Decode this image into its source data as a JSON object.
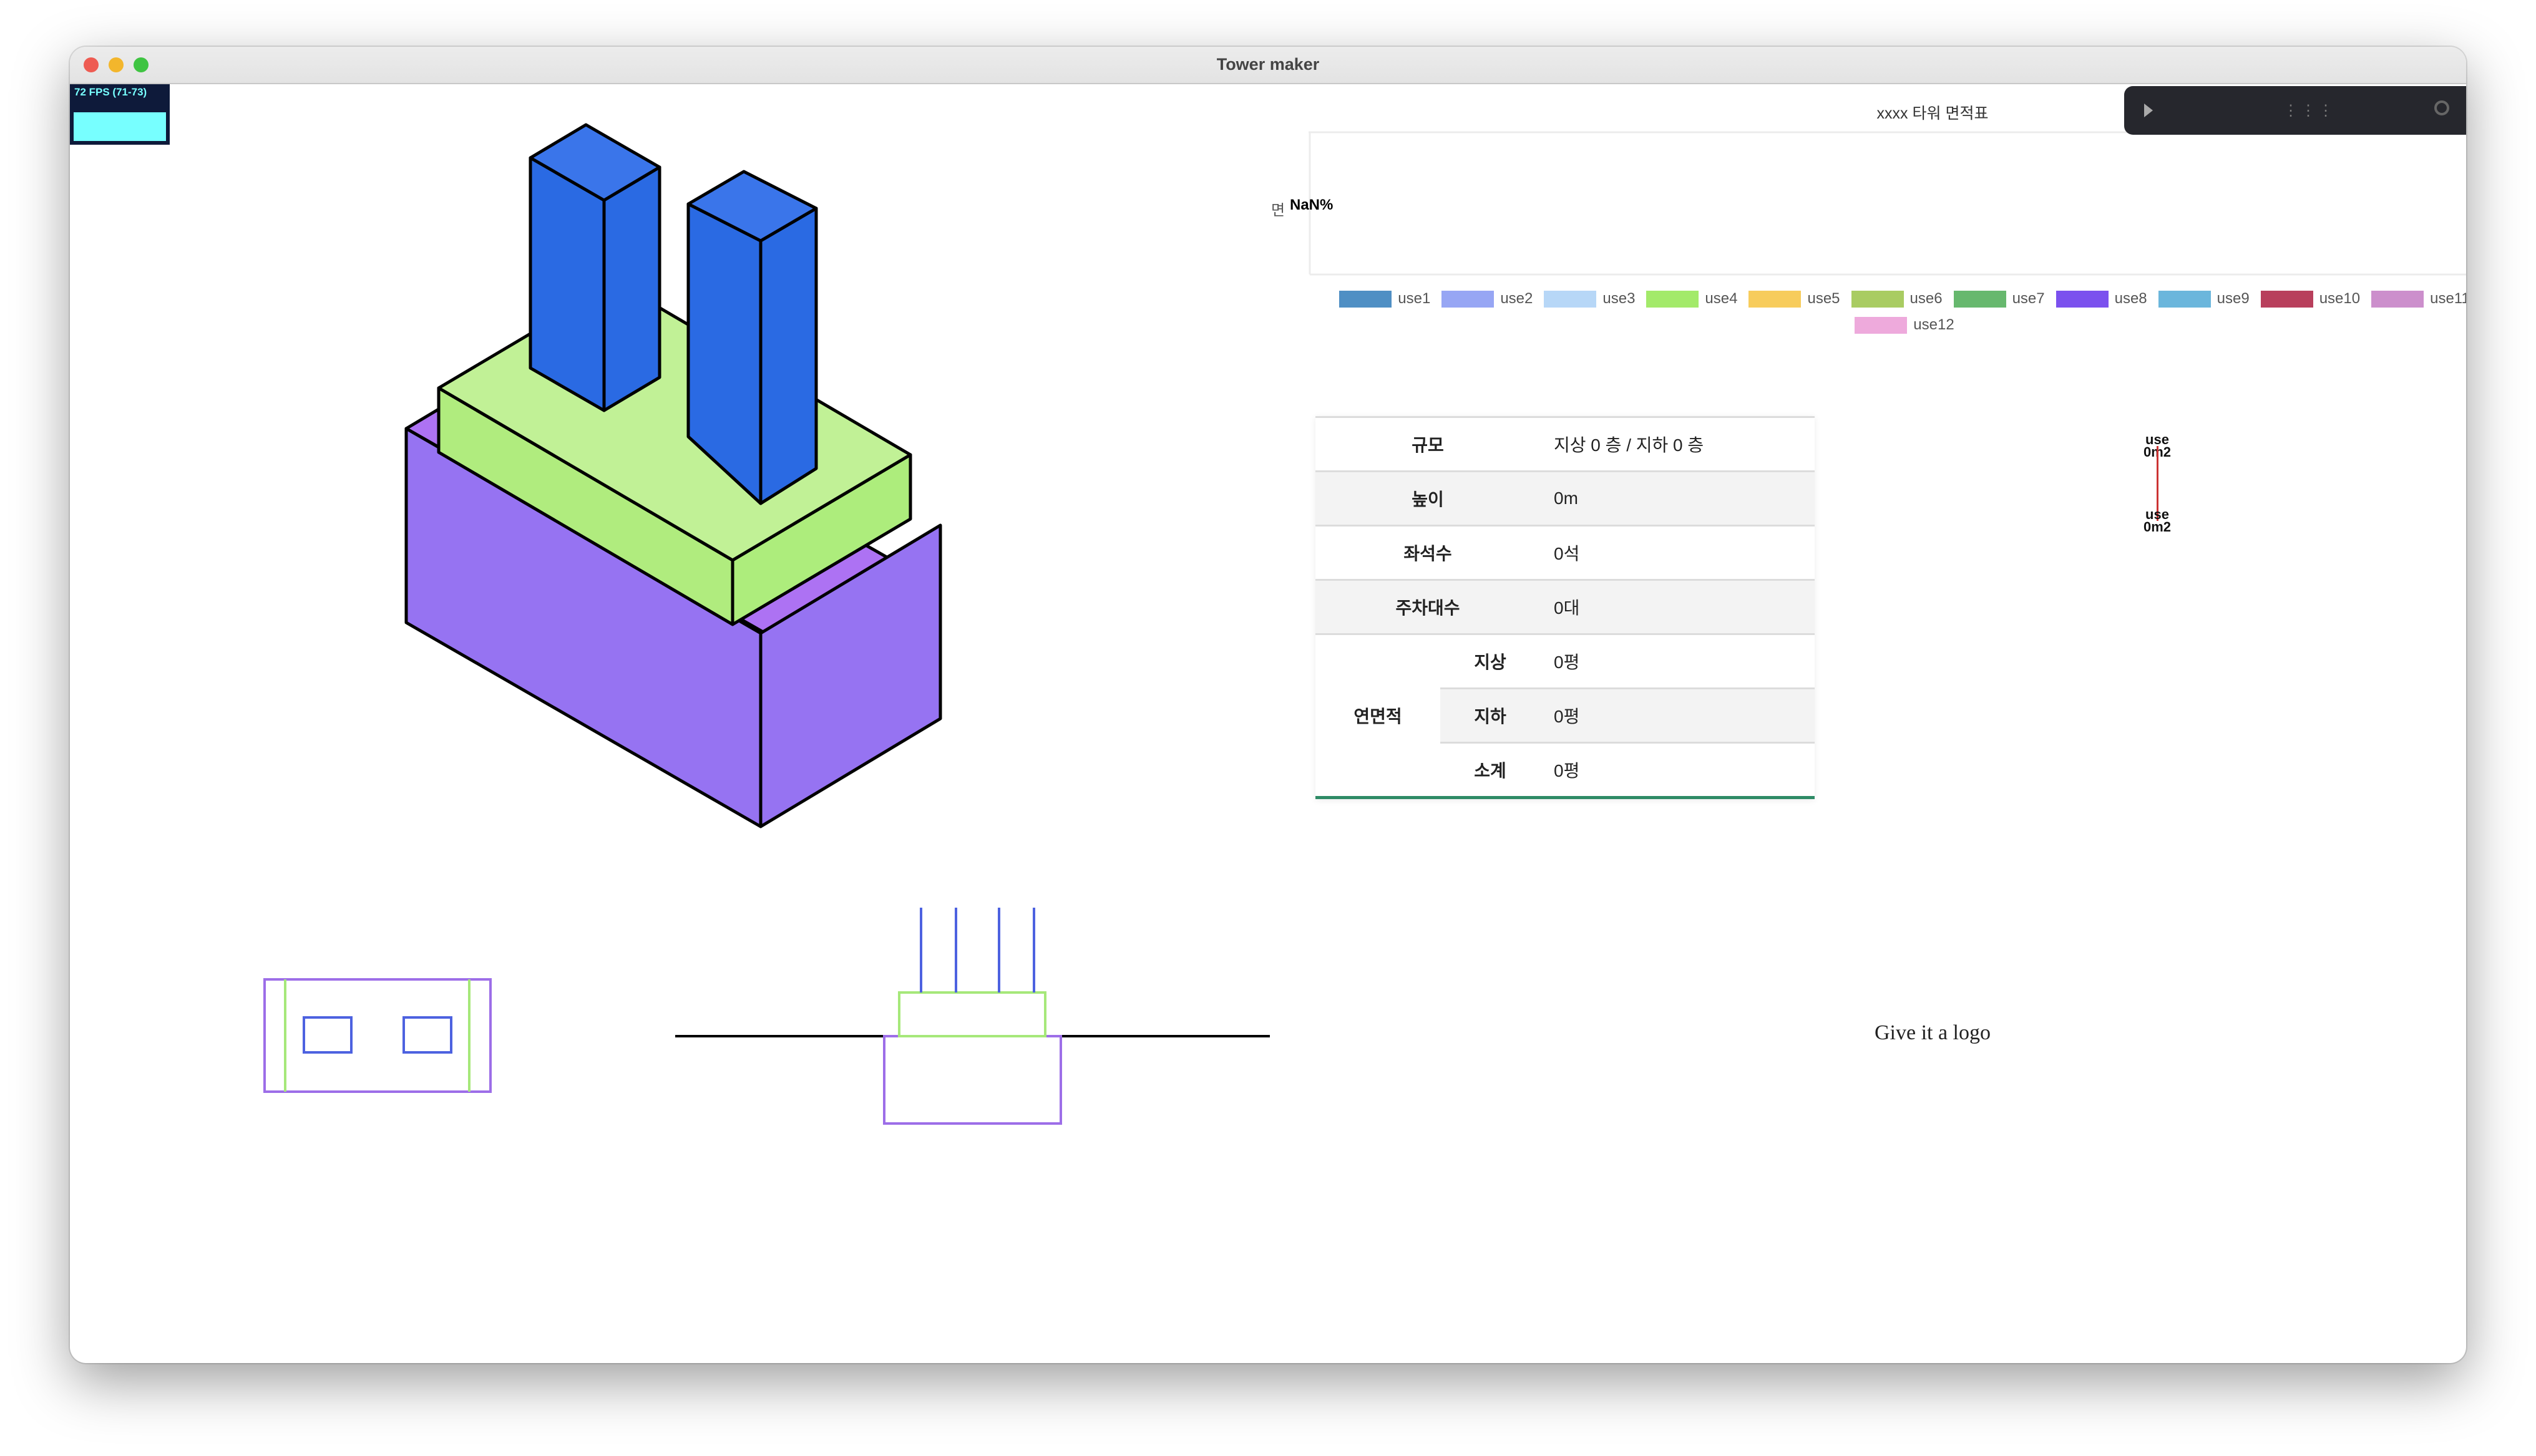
{
  "window": {
    "title": "Tower maker",
    "traffic_lights": [
      "#ee5b52",
      "#f3b62c",
      "#3fc442"
    ]
  },
  "fps_monitor": {
    "text": "72 FPS (71-73)"
  },
  "chart": {
    "title": "xxxx 타워 면적표",
    "axis_label": "면",
    "value_label": "NaN%",
    "chart_data": {
      "type": "bar",
      "title": "xxxx 타워 면적표",
      "series": [
        {
          "name": "use1",
          "color": "#4f8fc4"
        },
        {
          "name": "use2",
          "color": "#97a6f4"
        },
        {
          "name": "use3",
          "color": "#b7d7f7"
        },
        {
          "name": "use4",
          "color": "#a3ea6a"
        },
        {
          "name": "use5",
          "color": "#f7cc5c"
        },
        {
          "name": "use6",
          "color": "#a9cc62"
        },
        {
          "name": "use7",
          "color": "#67b86e"
        },
        {
          "name": "use8",
          "color": "#7b51ee"
        },
        {
          "name": "use9",
          "color": "#6bb6dc"
        },
        {
          "name": "use10",
          "color": "#b83f5c"
        },
        {
          "name": "use11",
          "color": "#cc8fcc"
        },
        {
          "name": "use12",
          "color": "#eeaadc"
        }
      ]
    }
  },
  "mini_chart": {
    "top_label": "use\n0m2",
    "bottom_label": "use\n0m2"
  },
  "info_table": {
    "rows": [
      {
        "label": "규모",
        "value": "지상 0 층 / 지하 0 층"
      },
      {
        "label": "높이",
        "value": "0m"
      },
      {
        "label": "좌석수",
        "value": "0석"
      },
      {
        "label": "주차대수",
        "value": "0대"
      }
    ],
    "area": {
      "label": "연면적",
      "rows": [
        {
          "label": "지상",
          "value": "0평"
        },
        {
          "label": "지하",
          "value": "0평"
        },
        {
          "label": "소계",
          "value": "0평"
        }
      ]
    }
  },
  "logo_placeholder": "Give it a logo",
  "colors": {
    "tower_blue": "#2a6ae3",
    "podium_green": "#b0ec7e",
    "base_purple": "#9673f2",
    "table_accent": "#2e8b66"
  }
}
